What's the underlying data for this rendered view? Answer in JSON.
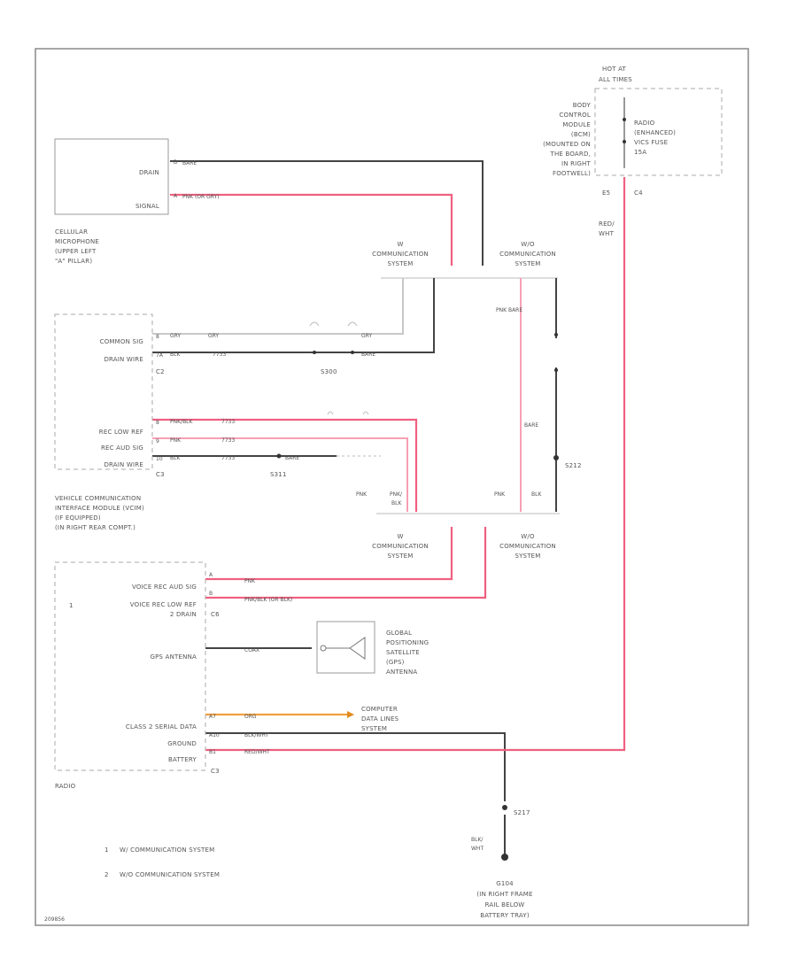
{
  "diagram_id": "209856",
  "components": {
    "cell_mic": {
      "pins": [
        "DRAIN",
        "SIGNAL"
      ],
      "label": [
        "CELLULAR",
        "MICROPHONE",
        "(UPPER LEFT",
        "\"A\" PILLAR)"
      ]
    },
    "bcm": {
      "heading": [
        "HOT AT",
        "ALL TIMES"
      ],
      "label": [
        "BODY",
        "CONTROL",
        "MODULE",
        "(BCM)",
        "(MOUNTED ON",
        "THE BOARD,",
        "IN RIGHT",
        "FOOTWELL)"
      ],
      "fuse": [
        "RADIO",
        "(ENHANCED)",
        "VICS FUSE",
        "15A"
      ],
      "connectors": [
        "E5",
        "C4"
      ],
      "out_wire": [
        "RED/",
        "WHT"
      ]
    },
    "vcim": {
      "pins_a": [
        "COMMON SIG",
        "DRAIN WIRE"
      ],
      "conn_a": "C2",
      "pins_b": [
        "REC LOW REF",
        "REC AUD SIG",
        "DRAIN WIRE"
      ],
      "conn_b": "C3",
      "label": [
        "VEHICLE COMMUNICATION",
        "INTERFACE MODULE (VCIM)",
        "(IF EQUIPPED)",
        "(IN RIGHT REAR COMPT.)"
      ]
    },
    "radio": {
      "pins_a": [
        "VOICE REC AUD SIG",
        "VOICE REC LOW REF",
        "2 DRAIN"
      ],
      "ref": "1",
      "conn_a": "C6",
      "pins_b": [
        "GPS ANTENNA"
      ],
      "pins_c": [
        "CLASS 2 SERIAL DATA",
        "GROUND",
        "BATTERY"
      ],
      "conn_c": "C3",
      "label": "RADIO"
    },
    "gps": [
      "GLOBAL",
      "POSITIONING",
      "SATELLITE",
      "(GPS)",
      "ANTENNA"
    ],
    "data_links": [
      "COMPUTER",
      "DATA LINES",
      "SYSTEM"
    ],
    "ground": [
      "G104",
      "(IN RIGHT FRAME",
      "RAIL BELOW",
      "BATTERY TRAY)"
    ]
  },
  "comm_systems": {
    "top_left": [
      "W",
      "COMMUNICATION",
      "SYSTEM"
    ],
    "top_right": [
      "W/O",
      "COMMUNICATION",
      "SYSTEM"
    ],
    "bottom_left": [
      "W",
      "COMMUNICATION",
      "SYSTEM"
    ],
    "bottom_right": [
      "W/O",
      "COMMUNICATION",
      "SYSTEM"
    ]
  },
  "splices": [
    "S300",
    "S311",
    "S212",
    "S217"
  ],
  "wires": {
    "mic_drain": "BARE",
    "mic_signal": "PNK (OR GRY)",
    "vcim_c2_sig_a": "GRY",
    "vcim_c2_sig_b": "GRY",
    "vcim_c2_sig_c": "GRY",
    "vcim_c2_drain": "BLK",
    "vcim_c2_drain_b": "7733",
    "vcim_c2_bare": "BARE",
    "vcim_low_ref": "PNK/BLK",
    "vcim_low_ref_b": "7733",
    "vcim_aud": "PNK",
    "vcim_aud_b": "7733",
    "vcim_drain": "BLK",
    "vcim_drain_b": "7733",
    "vcim_bare": "BARE",
    "right_pnk_bare": "PNK BARE",
    "right_bare": "BARE",
    "bot_pnk": "PNK",
    "bot_pnk2": "PNK/",
    "bot_blk": "BLK",
    "bot_pnk3": "PNK",
    "bot_blk2": "BLK",
    "radio_pnk": "PNK",
    "radio_pnkblk": "PNK/BLK (OR BLK)",
    "gps_coax": "COAX",
    "serial": "ORG",
    "ground": "BLK/WHT",
    "battery": "RED/WHT",
    "ground_bottom": [
      "BLK/",
      "WHT"
    ]
  },
  "pin_numbers": {
    "mic": [
      "B",
      "A"
    ],
    "vcim_a": [
      "8",
      "7A"
    ],
    "vcim_b": [
      "8",
      "9",
      "10"
    ],
    "radio_a": [
      "A",
      "B"
    ],
    "radio_c": [
      "A7",
      "A10",
      "B1"
    ]
  },
  "legend": [
    {
      "num": "1",
      "text": "W/ COMMUNICATION SYSTEM"
    },
    {
      "num": "2",
      "text": "W/O COMMUNICATION SYSTEM"
    }
  ]
}
